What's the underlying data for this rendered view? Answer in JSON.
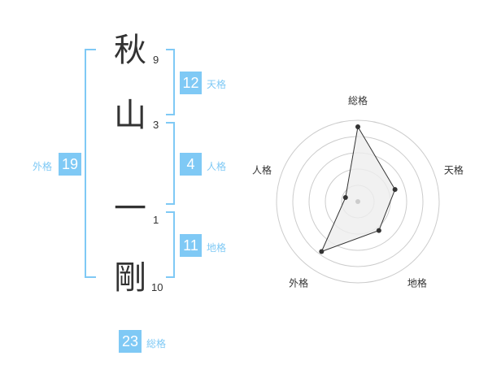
{
  "name": {
    "characters": [
      {
        "char": "秋",
        "strokes": "9"
      },
      {
        "char": "山",
        "strokes": "3"
      },
      {
        "char": "一",
        "strokes": "1"
      },
      {
        "char": "剛",
        "strokes": "10"
      }
    ]
  },
  "fortunes": {
    "tenkaku": {
      "value": "12",
      "label": "天格"
    },
    "jinkaku": {
      "value": "4",
      "label": "人格"
    },
    "chikaku": {
      "value": "11",
      "label": "地格"
    },
    "gaikaku": {
      "value": "19",
      "label": "外格"
    },
    "soukaku": {
      "value": "23",
      "label": "総格"
    }
  },
  "colors": {
    "accent": "#7fc9f5",
    "text": "#333333",
    "grid": "#cccccc",
    "polygon_fill": "#eeeeee"
  },
  "chart_data": {
    "type": "radar",
    "axes": [
      "総格",
      "天格",
      "地格",
      "外格",
      "人格"
    ],
    "values": [
      23,
      12,
      11,
      19,
      4
    ],
    "rings": 5,
    "grid": true
  }
}
